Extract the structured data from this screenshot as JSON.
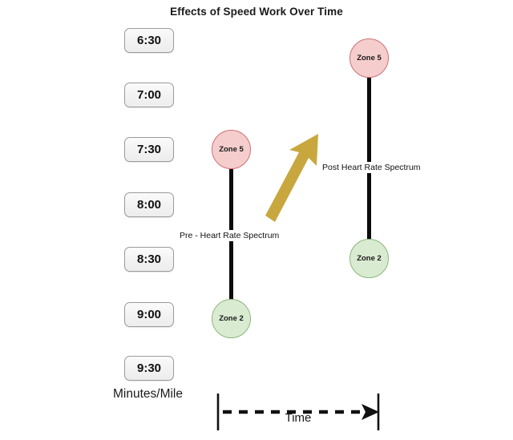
{
  "chart_data": {
    "type": "scatter",
    "title": "Effects of Speed Work Over Time",
    "xlabel": "Time",
    "ylabel": "Minutes/Mile",
    "grid": false,
    "legend": "none",
    "y_axis": {
      "label": "Minutes/Mile",
      "tick_labels": [
        "6:30",
        "7:00",
        "7:30",
        "8:00",
        "8:30",
        "9:00",
        "9:30"
      ],
      "units": "minutes per mile",
      "direction": "faster at top"
    },
    "x_axis": {
      "label": "Time",
      "style": "dashed-arrow",
      "direction": "left to right increasing"
    },
    "annotations": [
      {
        "name": "improvement-arrow",
        "text": "",
        "shape": "gold up-right arrow",
        "color": "#c9a73f"
      }
    ],
    "series": [
      {
        "name": "Pre - Heart Rate Spectrum",
        "caption": "Pre - Heart Rate Spectrum",
        "points": [
          {
            "zone": "Zone 5",
            "pace": "7:30",
            "kind": "high"
          },
          {
            "zone": "Zone 2",
            "pace": "9:00",
            "kind": "low"
          }
        ]
      },
      {
        "name": "Post Heart Rate Spectrum",
        "caption": "Post Heart Rate Spectrum",
        "points": [
          {
            "zone": "Zone 5",
            "pace": "6:45",
            "kind": "high"
          },
          {
            "zone": "Zone 2",
            "pace": "8:35",
            "kind": "low"
          }
        ]
      }
    ]
  },
  "title": "Effects of Speed Work Over Time",
  "pace_scale": {
    "caption": "Minutes/Mile",
    "ticks": [
      {
        "label": "6:30"
      },
      {
        "label": "7:00"
      },
      {
        "label": "7:30"
      },
      {
        "label": "8:00"
      },
      {
        "label": "8:30"
      },
      {
        "label": "9:00"
      },
      {
        "label": "9:30"
      }
    ]
  },
  "spectrums": [
    {
      "caption": "Pre - Heart Rate Spectrum",
      "top_node": "Zone 5",
      "bottom_node": "Zone 2"
    },
    {
      "caption": "Post Heart Rate Spectrum",
      "top_node": "Zone 5",
      "bottom_node": "Zone 2"
    }
  ],
  "time_axis": {
    "label": "Time"
  },
  "colors": {
    "zone5_fill": "#f5cdcd",
    "zone5_stroke": "#cf6f72",
    "zone2_fill": "#d9ebd1",
    "zone2_stroke": "#8bb77e",
    "stem": "#0c0c0c",
    "arrow": "#c9a73f",
    "background": "#ffffff"
  }
}
